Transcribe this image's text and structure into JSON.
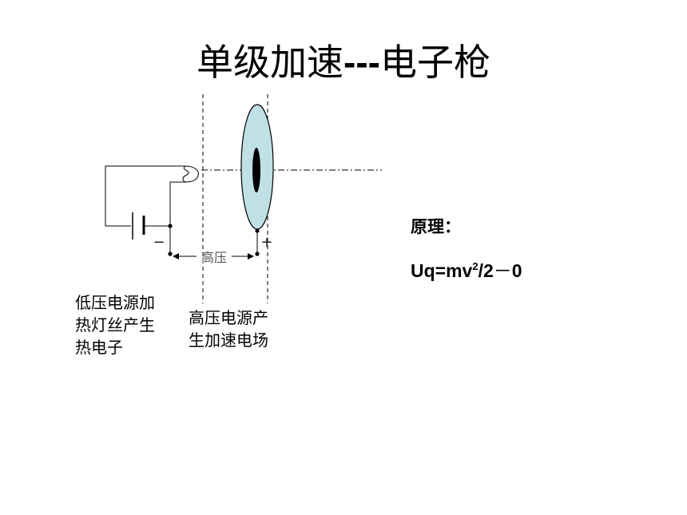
{
  "title": {
    "main": "单级加速",
    "dashes": "---",
    "tail": "电子枪"
  },
  "diagram": {
    "label_high_voltage": "高压",
    "sign_minus": "−",
    "sign_plus": "+",
    "caption_low": "低压电源加热灯丝产生热电子",
    "caption_high": "高压电源产生加速电场"
  },
  "principle": {
    "label": "原理：",
    "formula_a": "Uq=mv",
    "formula_sup": "2",
    "formula_b": "/2",
    "formula_dash": "－",
    "formula_c": "0"
  },
  "colors": {
    "electrode_fill": "#bfe0e4",
    "aperture": "#000000"
  }
}
